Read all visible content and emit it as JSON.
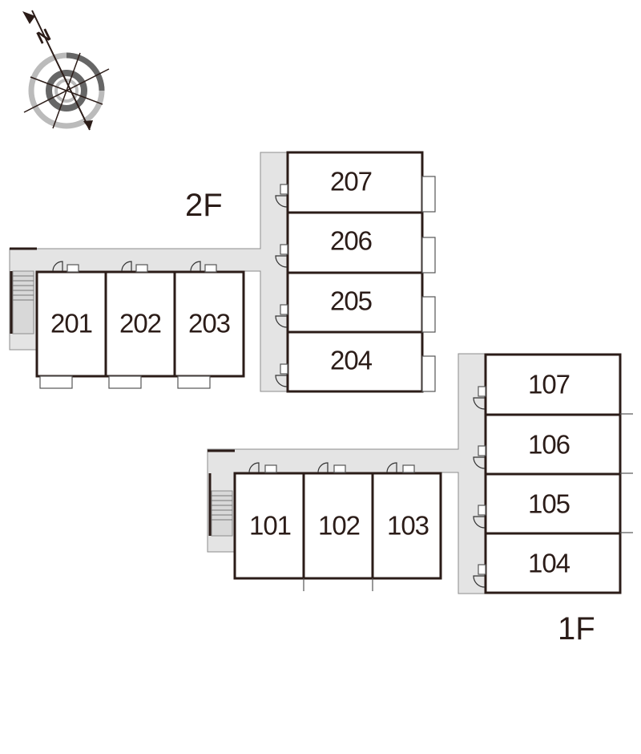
{
  "compass": {
    "north_label": "N"
  },
  "floors": {
    "second": {
      "label": "2F",
      "rooms_row": [
        "201",
        "202",
        "203"
      ],
      "rooms_column": [
        "207",
        "206",
        "205",
        "204"
      ]
    },
    "first": {
      "label": "1F",
      "rooms_row": [
        "101",
        "102",
        "103"
      ],
      "rooms_column": [
        "107",
        "106",
        "105",
        "104"
      ]
    }
  },
  "colors": {
    "wall": "#2b1c18",
    "corridor": "#e4e4e4",
    "compass_dark": "#666666",
    "compass_light": "#bbbbbb"
  }
}
